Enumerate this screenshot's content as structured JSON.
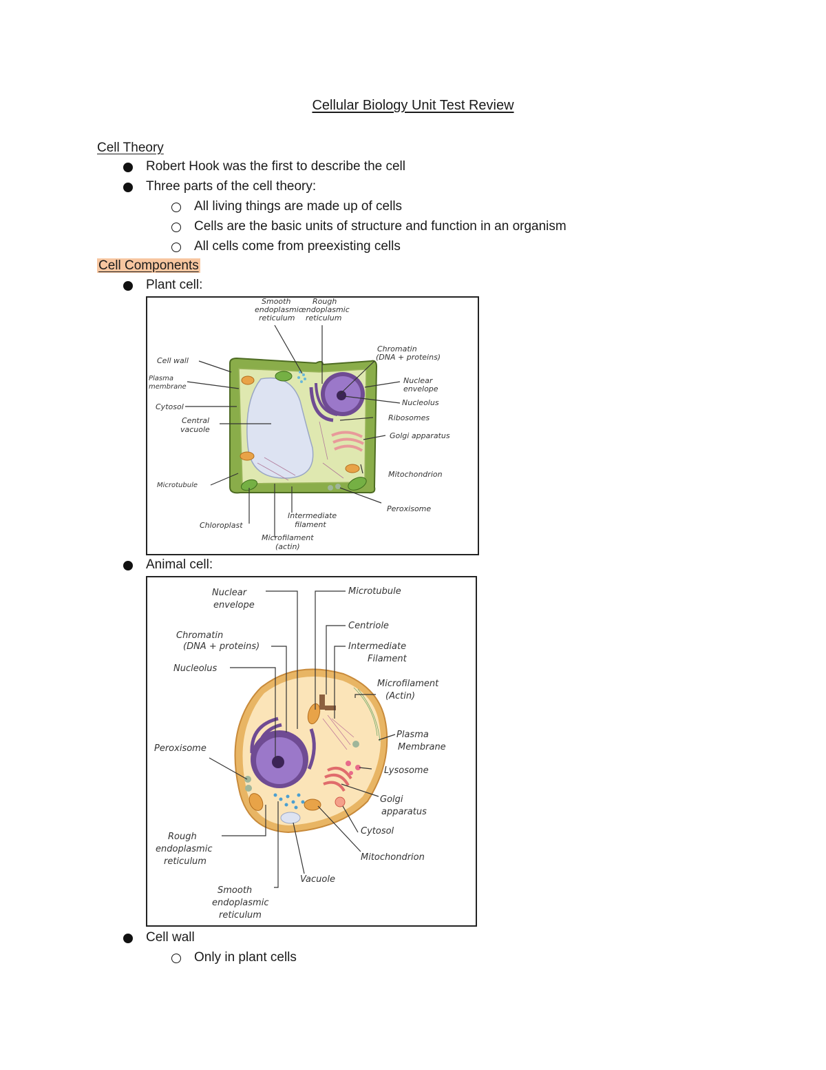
{
  "title": "Cellular Biology Unit Test Review",
  "cell_theory": {
    "heading": "Cell Theory",
    "items": [
      "Robert Hook was the first to describe the cell",
      "Three parts of the cell theory:"
    ],
    "subitems": [
      "All living things are made up of cells",
      "Cells are the basic units of structure and function in an organism",
      "All cells come from preexisting cells"
    ]
  },
  "cell_components": {
    "heading": "Cell Components",
    "plant_label": "Plant cell:",
    "animal_label": "Animal cell:",
    "wall_label": "Cell wall",
    "wall_sub": "Only in plant cells"
  },
  "plant_diagram": {
    "labels": {
      "smooth_er": [
        "Smooth",
        "endoplasmic",
        "reticulum"
      ],
      "rough_er": [
        "Rough",
        "endoplasmic",
        "reticulum"
      ],
      "chromatin": [
        "Chromatin",
        "(DNA + proteins)"
      ],
      "cell_wall": "Cell wall",
      "plasma_membrane": [
        "Plasma",
        "membrane"
      ],
      "nuclear_envelope": [
        "Nuclear",
        "envelope"
      ],
      "nucleolus": "Nucleolus",
      "cytosol": "Cytosol",
      "central_vacuole": [
        "Central",
        "vacuole"
      ],
      "ribosomes": "Ribosomes",
      "golgi": "Golgi apparatus",
      "mitochondrion": "Mitochondrion",
      "microtubule": "Microtubule",
      "peroxisome": "Peroxisome",
      "intermediate": [
        "Intermediate",
        "filament"
      ],
      "chloroplast": "Chloroplast",
      "microfilament": [
        "Microfilament",
        "(actin)"
      ]
    }
  },
  "animal_diagram": {
    "labels": {
      "nuclear_envelope": [
        "Nuclear",
        "envelope"
      ],
      "microtubule": "Microtubule",
      "centriole": "Centriole",
      "chromatin": [
        "Chromatin",
        "(DNA + proteins)"
      ],
      "intermediate": [
        "Intermediate",
        "Filament"
      ],
      "nucleolus": "Nucleolus",
      "microfilament": [
        "Microfilament",
        "(Actin)"
      ],
      "plasma_membrane": [
        "Plasma",
        "Membrane"
      ],
      "peroxisome": "Peroxisome",
      "lysosome": "Lysosome",
      "golgi": [
        "Golgi",
        "apparatus"
      ],
      "cytosol": "Cytosol",
      "rough_er": [
        "Rough",
        "endoplasmic",
        "reticulum"
      ],
      "mitochondrion": "Mitochondrion",
      "vacuole": "Vacuole",
      "smooth_er": [
        "Smooth",
        "endoplasmic",
        "reticulum"
      ]
    }
  },
  "colors": {
    "highlight": "#f7c6a0",
    "cell_wall": "#8aad4a",
    "cytoplasm": "#dfe8b0",
    "vacuole": "#dde3f2",
    "nucleus": "#8e62b8",
    "animal_membrane": "#e8b564",
    "animal_cytoplasm": "#fbe4b8"
  }
}
